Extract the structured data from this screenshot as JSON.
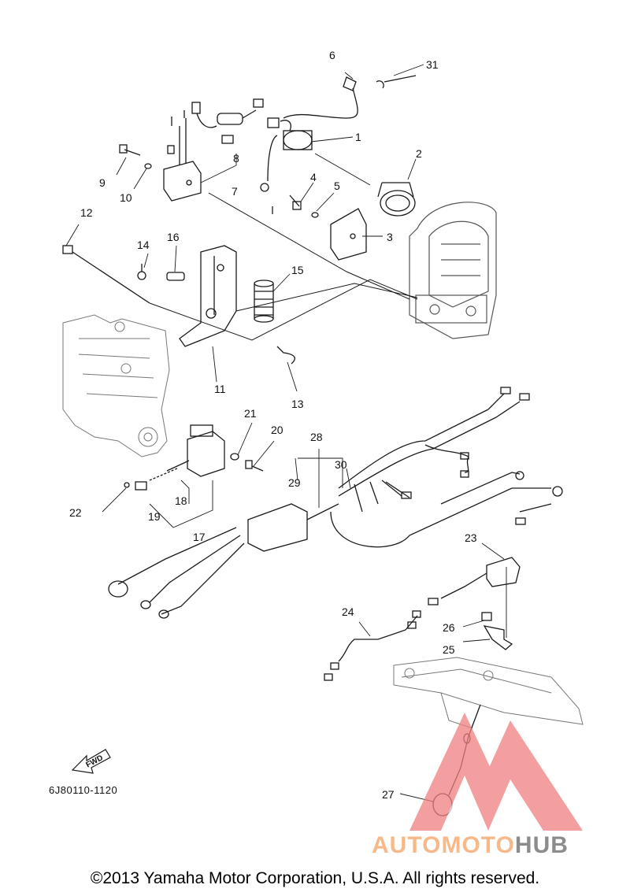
{
  "diagram": {
    "part_number": "6J80110-1120",
    "fwd_label": "FWD",
    "copyright": "©2013 Yamaha Motor Corporation, U.S.A. All rights reserved.",
    "watermark": {
      "word1": "AUTOMOTO",
      "word2": "HUB"
    },
    "callouts": [
      "1",
      "2",
      "3",
      "4",
      "5",
      "6",
      "7",
      "8",
      "9",
      "10",
      "11",
      "12",
      "13",
      "14",
      "15",
      "16",
      "17",
      "18",
      "19",
      "20",
      "21",
      "22",
      "23",
      "24",
      "25",
      "26",
      "27",
      "28",
      "29",
      "30",
      "31"
    ]
  },
  "colors": {
    "line": "#1a1a1a",
    "ghost": "#9a9a9a",
    "logo_red": "#f08080",
    "logo_orange": "#f7b98a",
    "logo_gray": "#8c8c8c"
  }
}
